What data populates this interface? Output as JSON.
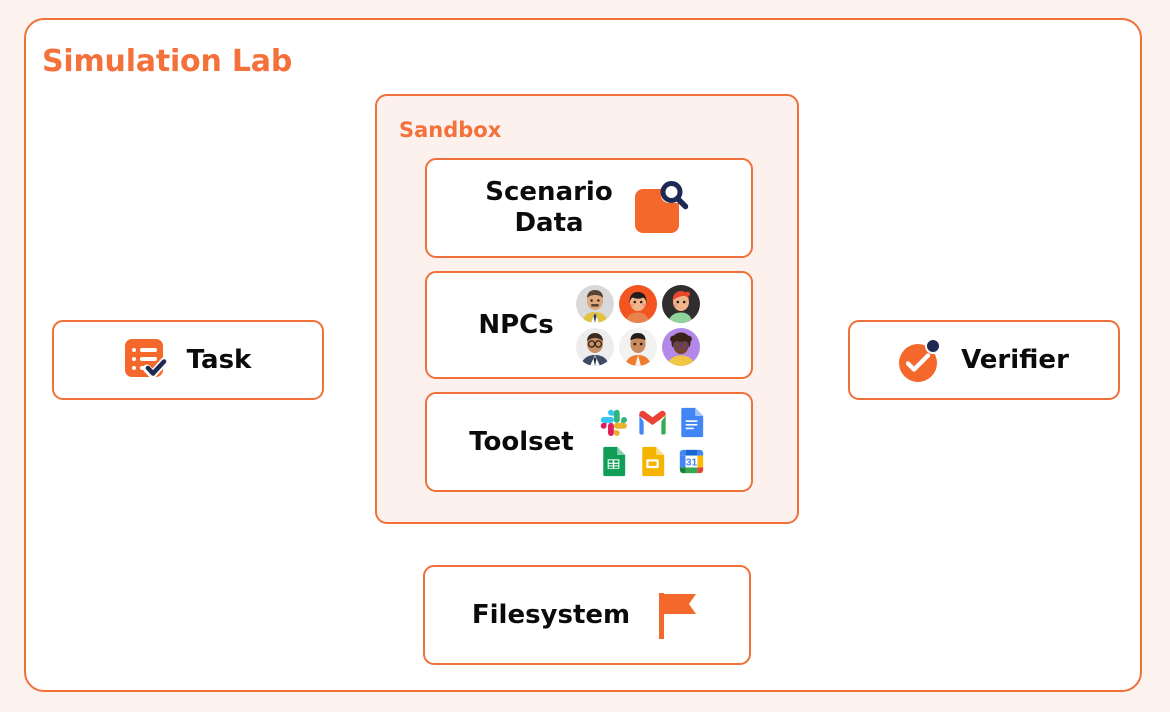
{
  "diagram": {
    "title": "Simulation Lab",
    "frame_border_color": "#f0703a",
    "accent_color": "#f4713c",
    "page_background": "#fdf3ee"
  },
  "sandbox": {
    "title": "Sandbox",
    "fill_color": "#fdf1ed",
    "cards": [
      {
        "id": "scenario-data",
        "label": "Scenario\nData",
        "icon": "document-search-icon"
      },
      {
        "id": "npcs",
        "label": "NPCs",
        "icon": "avatar-grid",
        "avatars": [
          {
            "name": "avatar-man-mustache",
            "bg": "#d9d9d9"
          },
          {
            "name": "avatar-woman-bob",
            "bg": "#f4541f"
          },
          {
            "name": "avatar-redhead",
            "bg": "#2f2d2e"
          },
          {
            "name": "avatar-man-glasses",
            "bg": "#ededed"
          },
          {
            "name": "avatar-man-orange-shirt",
            "bg": "#f2f2f2"
          },
          {
            "name": "avatar-woman-curly",
            "bg": "#b388e8"
          }
        ]
      },
      {
        "id": "toolset",
        "label": "Toolset",
        "icon": "tool-grid",
        "tools": [
          {
            "name": "slack-icon",
            "label": "Slack"
          },
          {
            "name": "gmail-icon",
            "label": "Gmail"
          },
          {
            "name": "google-docs-icon",
            "label": "Google Docs"
          },
          {
            "name": "google-sheets-icon",
            "label": "Google Sheets"
          },
          {
            "name": "google-slides-icon",
            "label": "Google Slides"
          },
          {
            "name": "google-calendar-icon",
            "label": "Google Calendar",
            "day": "31"
          }
        ]
      }
    ]
  },
  "side_cards": {
    "task": {
      "label": "Task",
      "icon": "task-checklist-icon"
    },
    "verifier": {
      "label": "Verifier",
      "icon": "check-circle-icon"
    },
    "filesystem": {
      "label": "Filesystem",
      "icon": "flag-icon"
    }
  }
}
